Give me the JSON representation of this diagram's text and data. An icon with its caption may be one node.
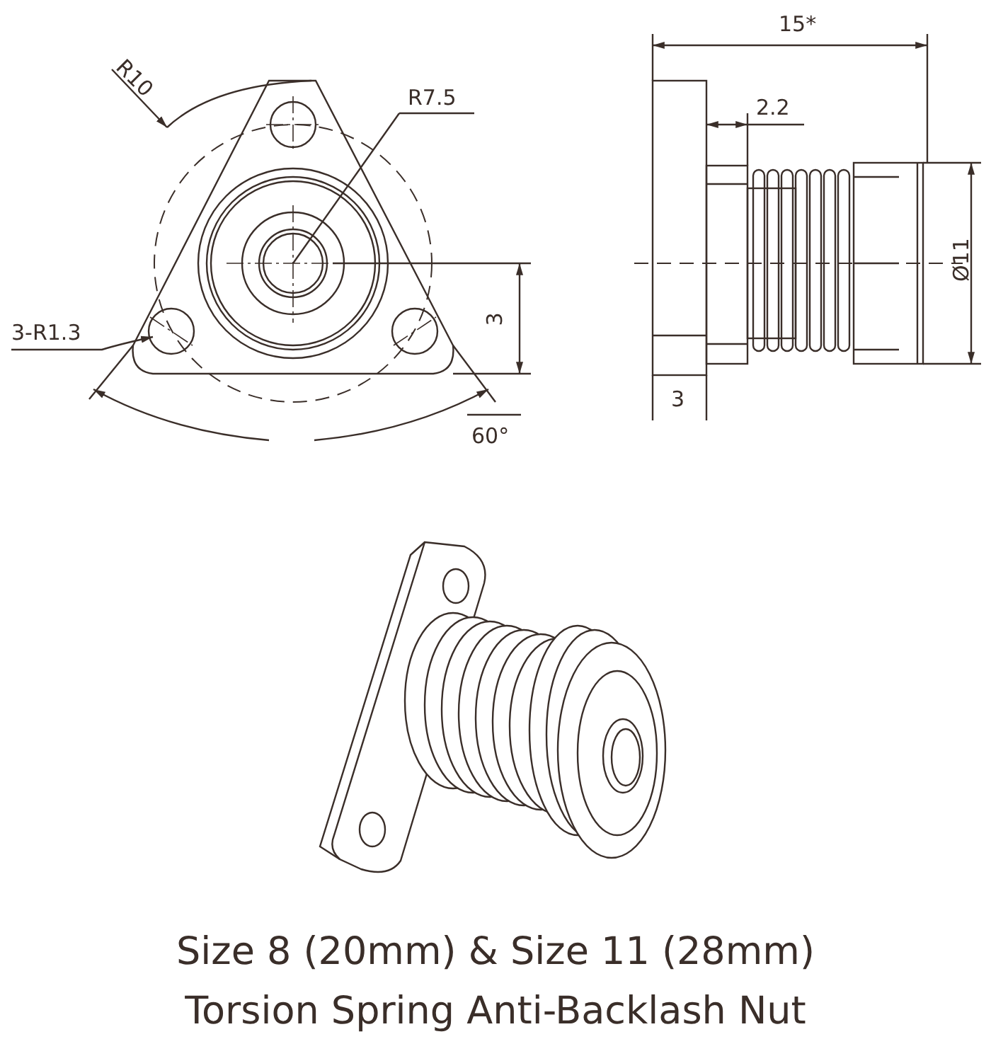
{
  "diagram": {
    "caption": "Size 8 (20mm) & Size 11 (28mm) Torsion Spring Anti-Backlash Nut",
    "labels": [
      "R10",
      "R7.5",
      "3-R1.3",
      "3",
      "60°",
      "15*",
      "2.2",
      "Ø11",
      "3"
    ]
  }
}
